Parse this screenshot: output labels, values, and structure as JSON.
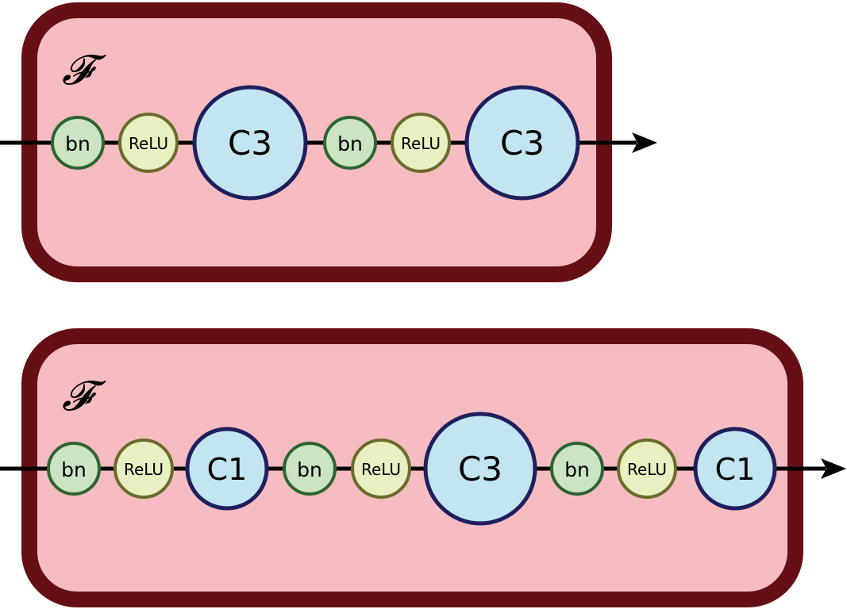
{
  "colors": {
    "block_fill": "#f7bcc1",
    "block_border": "#650f15",
    "bn_fill": "#cbe4c4",
    "bn_stroke": "#2e6430",
    "relu_fill": "#e8efc1",
    "relu_stroke": "#6b6b2c",
    "conv_fill": "#c3e5f1",
    "conv_stroke": "#1f1f5e",
    "flow_line": "#000000"
  },
  "blocks": [
    {
      "symbol": "𝓕",
      "nodes": [
        {
          "kind": "bn",
          "label": "bn"
        },
        {
          "kind": "relu",
          "label": "ReLU"
        },
        {
          "kind": "conv",
          "label": "C3"
        },
        {
          "kind": "bn",
          "label": "bn"
        },
        {
          "kind": "relu",
          "label": "ReLU"
        },
        {
          "kind": "conv",
          "label": "C3"
        }
      ]
    },
    {
      "symbol": "𝓕",
      "nodes": [
        {
          "kind": "bn",
          "label": "bn"
        },
        {
          "kind": "relu",
          "label": "ReLU"
        },
        {
          "kind": "conv",
          "label": "C1"
        },
        {
          "kind": "bn",
          "label": "bn"
        },
        {
          "kind": "relu",
          "label": "ReLU"
        },
        {
          "kind": "conv",
          "label": "C3"
        },
        {
          "kind": "bn",
          "label": "bn"
        },
        {
          "kind": "relu",
          "label": "ReLU"
        },
        {
          "kind": "conv",
          "label": "C1"
        }
      ]
    }
  ]
}
